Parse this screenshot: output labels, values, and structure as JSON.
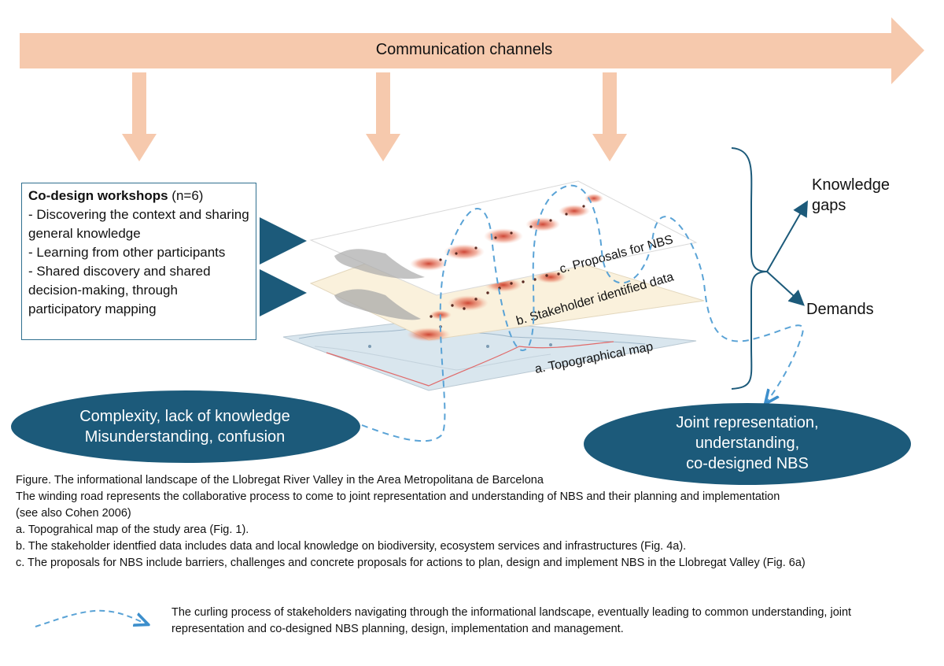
{
  "top_arrow": {
    "label": "Communication channels"
  },
  "workshop_box": {
    "title": "Co-design workshops",
    "title_suffix": " (n=6)",
    "items": [
      "- Discovering the context and sharing general knowledge",
      "- Learning from other participants",
      "- Shared discovery and shared decision-making, through participatory mapping"
    ]
  },
  "layers": {
    "c": "c. Proposals for NBS",
    "b": "b. Stakeholder identified data",
    "a": "a. Topographical map"
  },
  "outcomes": {
    "knowledge_gaps": "Knowledge gaps",
    "demands": "Demands"
  },
  "left_oval": {
    "line1": "Complexity, lack of knowledge",
    "line2": "Misunderstanding, confusion"
  },
  "right_oval": {
    "line1": "Joint representation,",
    "line2": "understanding,",
    "line3": "co-designed NBS"
  },
  "caption": {
    "line1": "Figure. The informational landscape of the Llobregat River Valley in the Area Metropolitana de Barcelona",
    "line2": "The winding road represents the collaborative process to come to joint representation and understanding of NBS and their planning and implementation",
    "line3": "(see also Cohen 2006)",
    "line4": "a. Topograhical map of the study area (Fig. 1).",
    "line5": "b.  The stakeholder identfied data includes data and local knowledge on biodiversity, ecosystem services and infrastructures (Fig. 4a).",
    "line6": "c. The proposals for NBS include barriers, challenges and concrete proposals for actions to plan, design and implement NBS in the Llobregat Valley (Fig. 6a)"
  },
  "legend": {
    "text": "The curling process of stakeholders navigating through the informational landscape, eventually leading to common understanding, joint representation and co-designed NBS planning, design, implementation and management."
  },
  "colors": {
    "arrow_fill": "#f6c9ad",
    "dark_teal": "#1c5a7a",
    "box_border": "#2f6f8f",
    "dashed_line": "#5aa3d6",
    "hotspot": "#d9452b"
  }
}
